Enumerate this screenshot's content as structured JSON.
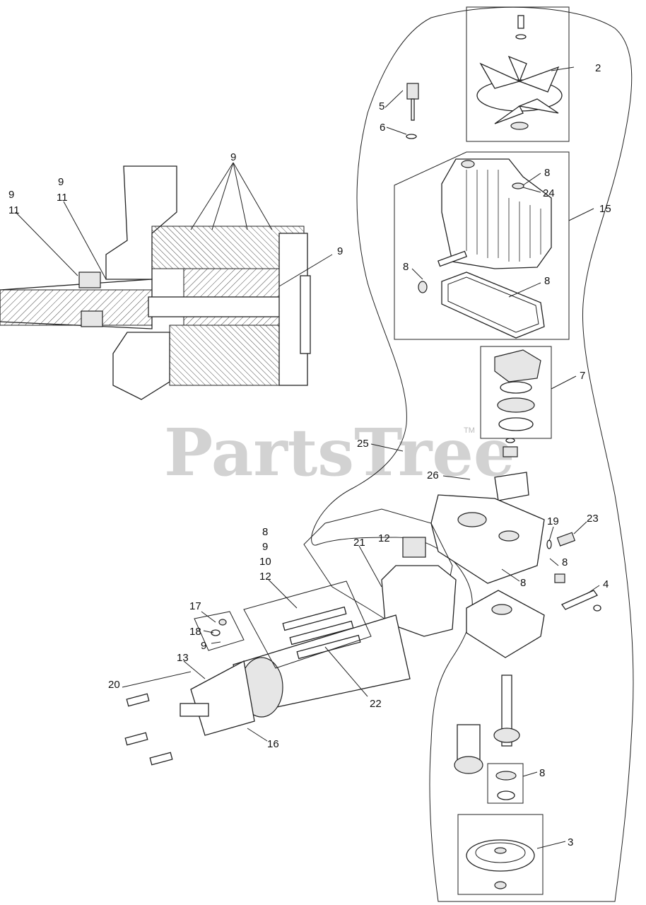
{
  "watermark": {
    "text": "PartsTree",
    "tm": "TM"
  },
  "labels": {
    "l9a": "9",
    "l11a": "11",
    "l9b": "9",
    "l11b": "11",
    "l9c": "9",
    "l9d": "9",
    "l2": "2",
    "l5": "5",
    "l6": "6",
    "l8a": "8",
    "l24": "24",
    "l15": "15",
    "l8b": "8",
    "l8c": "8",
    "l7": "7",
    "l25": "25",
    "l26": "26",
    "l19": "19",
    "l23": "23",
    "l8d": "8",
    "l4": "4",
    "l12a": "12",
    "l21": "21",
    "l8e": "8",
    "s8": "8",
    "s9": "9",
    "s10": "10",
    "s12": "12",
    "l17": "17",
    "l18": "18",
    "l9e": "9",
    "l13": "13",
    "l20": "20",
    "l22": "22",
    "l16": "16",
    "l8f": "8",
    "l3": "3"
  }
}
